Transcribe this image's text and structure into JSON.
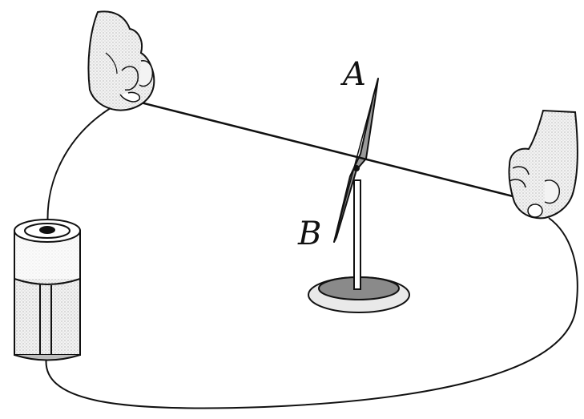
{
  "diagram": {
    "labels": {
      "a": "A",
      "b": "B"
    },
    "components": [
      "battery",
      "wire",
      "left-hand",
      "right-hand",
      "magnetic-needle",
      "stand"
    ],
    "colors": {
      "ink": "#111111",
      "gray_fill": "#bdbdbd",
      "light_fill": "#e0e0e0",
      "dark_fill": "#8a8a8a"
    }
  }
}
